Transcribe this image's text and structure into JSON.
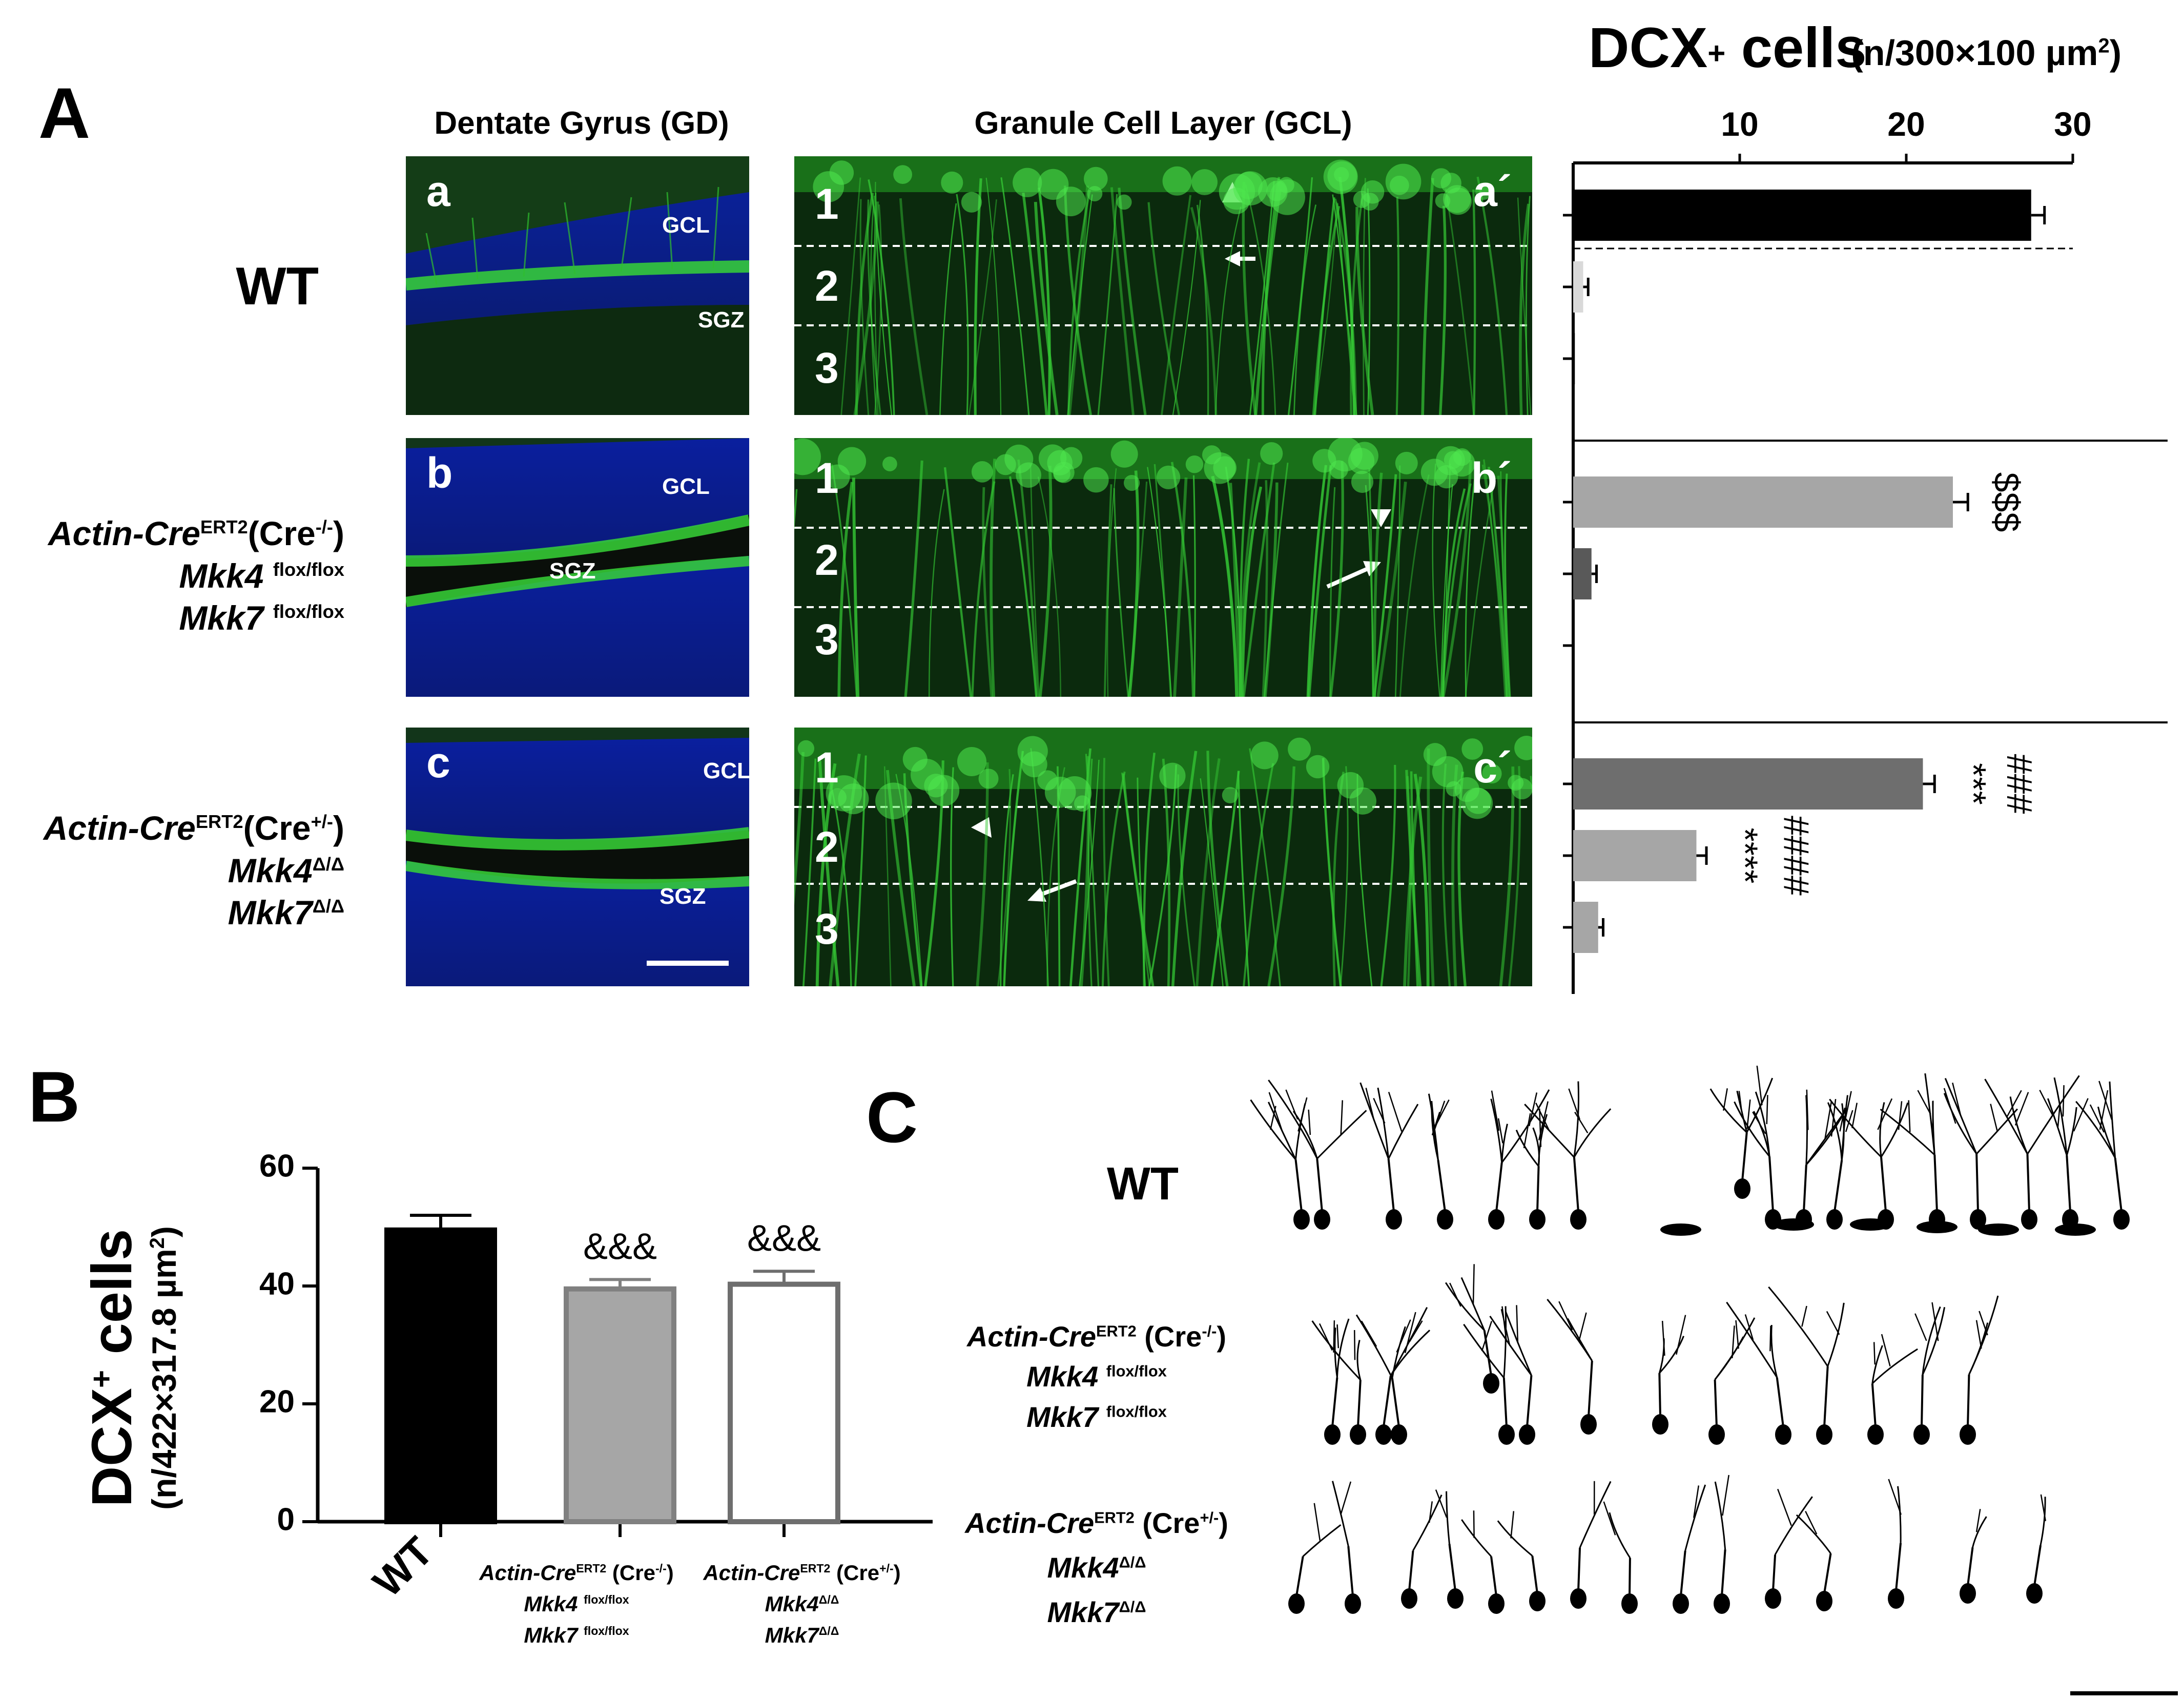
{
  "panel_a": {
    "letter": "A",
    "col_titles": [
      "Dentate Gyrus (GD)",
      "Granule Cell Layer (GCL)"
    ],
    "row_labels": [
      {
        "lines": [
          {
            "main": "WT"
          }
        ]
      },
      {
        "lines": [
          {
            "main": "Actin-Cre",
            "sup": "ERT2",
            "rest": "(Cre",
            "rest_sup": "-/-",
            "rest_end": ")"
          },
          {
            "main": "Mkk4",
            "sup": "flox/flox"
          },
          {
            "main": "Mkk7",
            "sup": "flox/flox"
          }
        ]
      },
      {
        "lines": [
          {
            "main": "Actin-Cre",
            "sup": "ERT2",
            "rest": "(Cre",
            "rest_sup": "+/-",
            "rest_end": ")"
          },
          {
            "main": "Mkk4",
            "sup": "Δ/Δ"
          },
          {
            "main": "Mkk7",
            "sup": "Δ/Δ"
          }
        ]
      }
    ],
    "gd_letters": [
      "a",
      "b",
      "c"
    ],
    "gcl_letters": [
      "a´",
      "b´",
      "c´"
    ],
    "layer_numbers": [
      "1",
      "2",
      "3"
    ],
    "region_labels": {
      "gcl": "GCL",
      "sgz": "SGZ"
    }
  },
  "chart_data": [
    {
      "type": "bar",
      "orientation": "horizontal",
      "title": "DCX",
      "title_sup": "+",
      "title_rest": " cells",
      "unit": "(n/300×100 µm",
      "unit_sup": "2",
      "unit_end": ")",
      "xlim": [
        0,
        30
      ],
      "ticks": [
        10,
        20,
        30
      ],
      "groups": [
        {
          "name": "WT",
          "bars": [
            {
              "layer": "1",
              "value": 27.5,
              "err": 0.8,
              "color": "#000000"
            },
            {
              "layer": "2",
              "value": 0.6,
              "err": 0.3,
              "color": "#d9d9d9"
            },
            {
              "layer": "3",
              "value": 0.1,
              "err": 0,
              "color": "#000000"
            }
          ]
        },
        {
          "name": "Actin-CreERT2(Cre-/-) Mkk4 flox/flox Mkk7 flox/flox",
          "bars": [
            {
              "layer": "1",
              "value": 22.8,
              "err": 0.9,
              "color": "#a6a6a6",
              "sig": "$$$"
            },
            {
              "layer": "2",
              "value": 1.1,
              "err": 0.3,
              "color": "#595959"
            },
            {
              "layer": "3",
              "value": 0,
              "err": 0,
              "color": "#000000"
            }
          ]
        },
        {
          "name": "Actin-CreERT2(Cre+/-) Mkk4Δ/Δ Mkk7Δ/Δ",
          "bars": [
            {
              "layer": "1",
              "value": 21.0,
              "err": 0.7,
              "color": "#6e6e6e",
              "sig": "***"
            },
            {
              "layer": "2",
              "value": 7.4,
              "err": 0.6,
              "color": "#a6a6a6",
              "sig": "****"
            },
            {
              "layer": "3",
              "value": 1.5,
              "err": 0.3,
              "color": "#a6a6a6"
            }
          ]
        }
      ],
      "extra_sig": {
        "group3_bar1": "###",
        "group3_bar2": "####"
      }
    },
    {
      "type": "bar",
      "title": "",
      "ylabel": "DCX",
      "ylabel_sup": "+",
      "ylabel_rest": " cells",
      "ylabel_unit": "(n/422×317.8 µm",
      "ylabel_unit_sup": "2",
      "ylabel_unit_end": ")",
      "ylim": [
        0,
        60
      ],
      "yticks": [
        0,
        20,
        40,
        60
      ],
      "categories": [
        "WT",
        "Actin-CreERT2 (Cre-/-) Mkk4 flox/flox Mkk7 flox/flox",
        "Actin-CreERT2 (Cre+/-) Mkk4Δ/Δ Mkk7Δ/Δ"
      ],
      "values": [
        49.5,
        39.5,
        40.3
      ],
      "errors": [
        2.5,
        1.6,
        2.2
      ],
      "fills": [
        "#000000",
        "#a6a6a6",
        "#ffffff"
      ],
      "strokes": [
        "#000000",
        "#808080",
        "#6e6e6e"
      ],
      "sig": [
        "",
        "&&&",
        "&&&"
      ]
    }
  ],
  "panel_b": {
    "letter": "B",
    "xlabels": [
      {
        "lines": [
          {
            "main": "WT"
          }
        ]
      },
      {
        "lines": [
          {
            "main": "Actin-Cre",
            "sup": "ERT2",
            "rest": " (Cre",
            "rest_sup": "-/-",
            "rest_end": ")"
          },
          {
            "main": "Mkk4",
            "sup": "flox/flox"
          },
          {
            "main": "Mkk7",
            "sup": "flox/flox"
          }
        ]
      },
      {
        "lines": [
          {
            "main": "Actin-Cre",
            "sup": "ERT2",
            "rest": " (Cre",
            "rest_sup": "+/-",
            "rest_end": ")"
          },
          {
            "main": "Mkk4",
            "sup": "Δ/Δ"
          },
          {
            "main": "Mkk7",
            "sup": "Δ/Δ"
          }
        ]
      }
    ]
  },
  "panel_c": {
    "letter": "C",
    "row_labels": [
      {
        "lines": [
          {
            "main": "WT"
          }
        ]
      },
      {
        "lines": [
          {
            "main": "Actin-Cre",
            "sup": "ERT2",
            "rest": " (Cre",
            "rest_sup": "-/-",
            "rest_end": ")"
          },
          {
            "main": "Mkk4",
            "sup": "flox/flox"
          },
          {
            "main": "Mkk7",
            "sup": "flox/flox"
          }
        ]
      },
      {
        "lines": [
          {
            "main": "Actin-Cre",
            "sup": "ERT2",
            "rest": " (Cre",
            "rest_sup": "+/-",
            "rest_end": ")"
          },
          {
            "main": "Mkk4",
            "sup": "Δ/Δ"
          },
          {
            "main": "Mkk7",
            "sup": "Δ/Δ"
          }
        ]
      }
    ]
  }
}
